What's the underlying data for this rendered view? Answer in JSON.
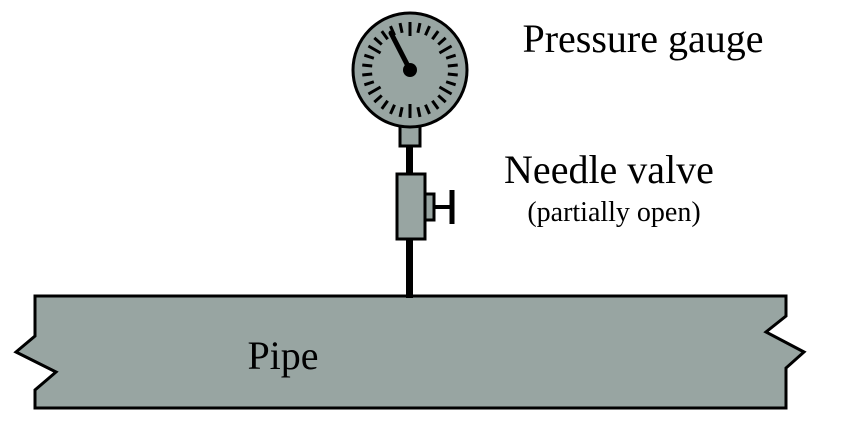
{
  "labels": {
    "pressure_gauge": "Pressure gauge",
    "needle_valve": "Needle valve",
    "valve_state": "(partially open)",
    "pipe": "Pipe"
  },
  "colors": {
    "component_fill": "#98a5a2",
    "outline": "#000000",
    "background": "#ffffff"
  },
  "gauge": {
    "tick_count": 30
  }
}
